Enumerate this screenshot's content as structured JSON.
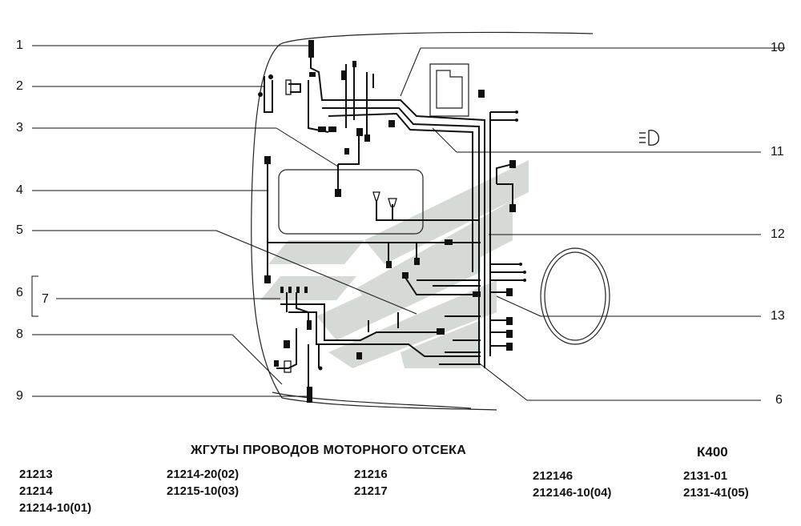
{
  "diagram": {
    "callouts_left": [
      "1",
      "2",
      "3",
      "4",
      "5",
      "6",
      "7",
      "8",
      "9"
    ],
    "callouts_right": [
      "10",
      "11",
      "12",
      "13",
      "6"
    ]
  },
  "caption": {
    "title": "ЖГУТЫ ПРОВОДОВ МОТОРНОГО ОТСЕКА",
    "code": "К400"
  },
  "models": [
    [
      "21213",
      "21214",
      "21214-10(01)"
    ],
    [
      "21214-20(02)",
      "21215-10(03)"
    ],
    [
      "21216",
      "21217"
    ],
    [
      "212146",
      "212146-10(04)"
    ],
    [
      "2131-01",
      "2131-41(05)"
    ]
  ]
}
